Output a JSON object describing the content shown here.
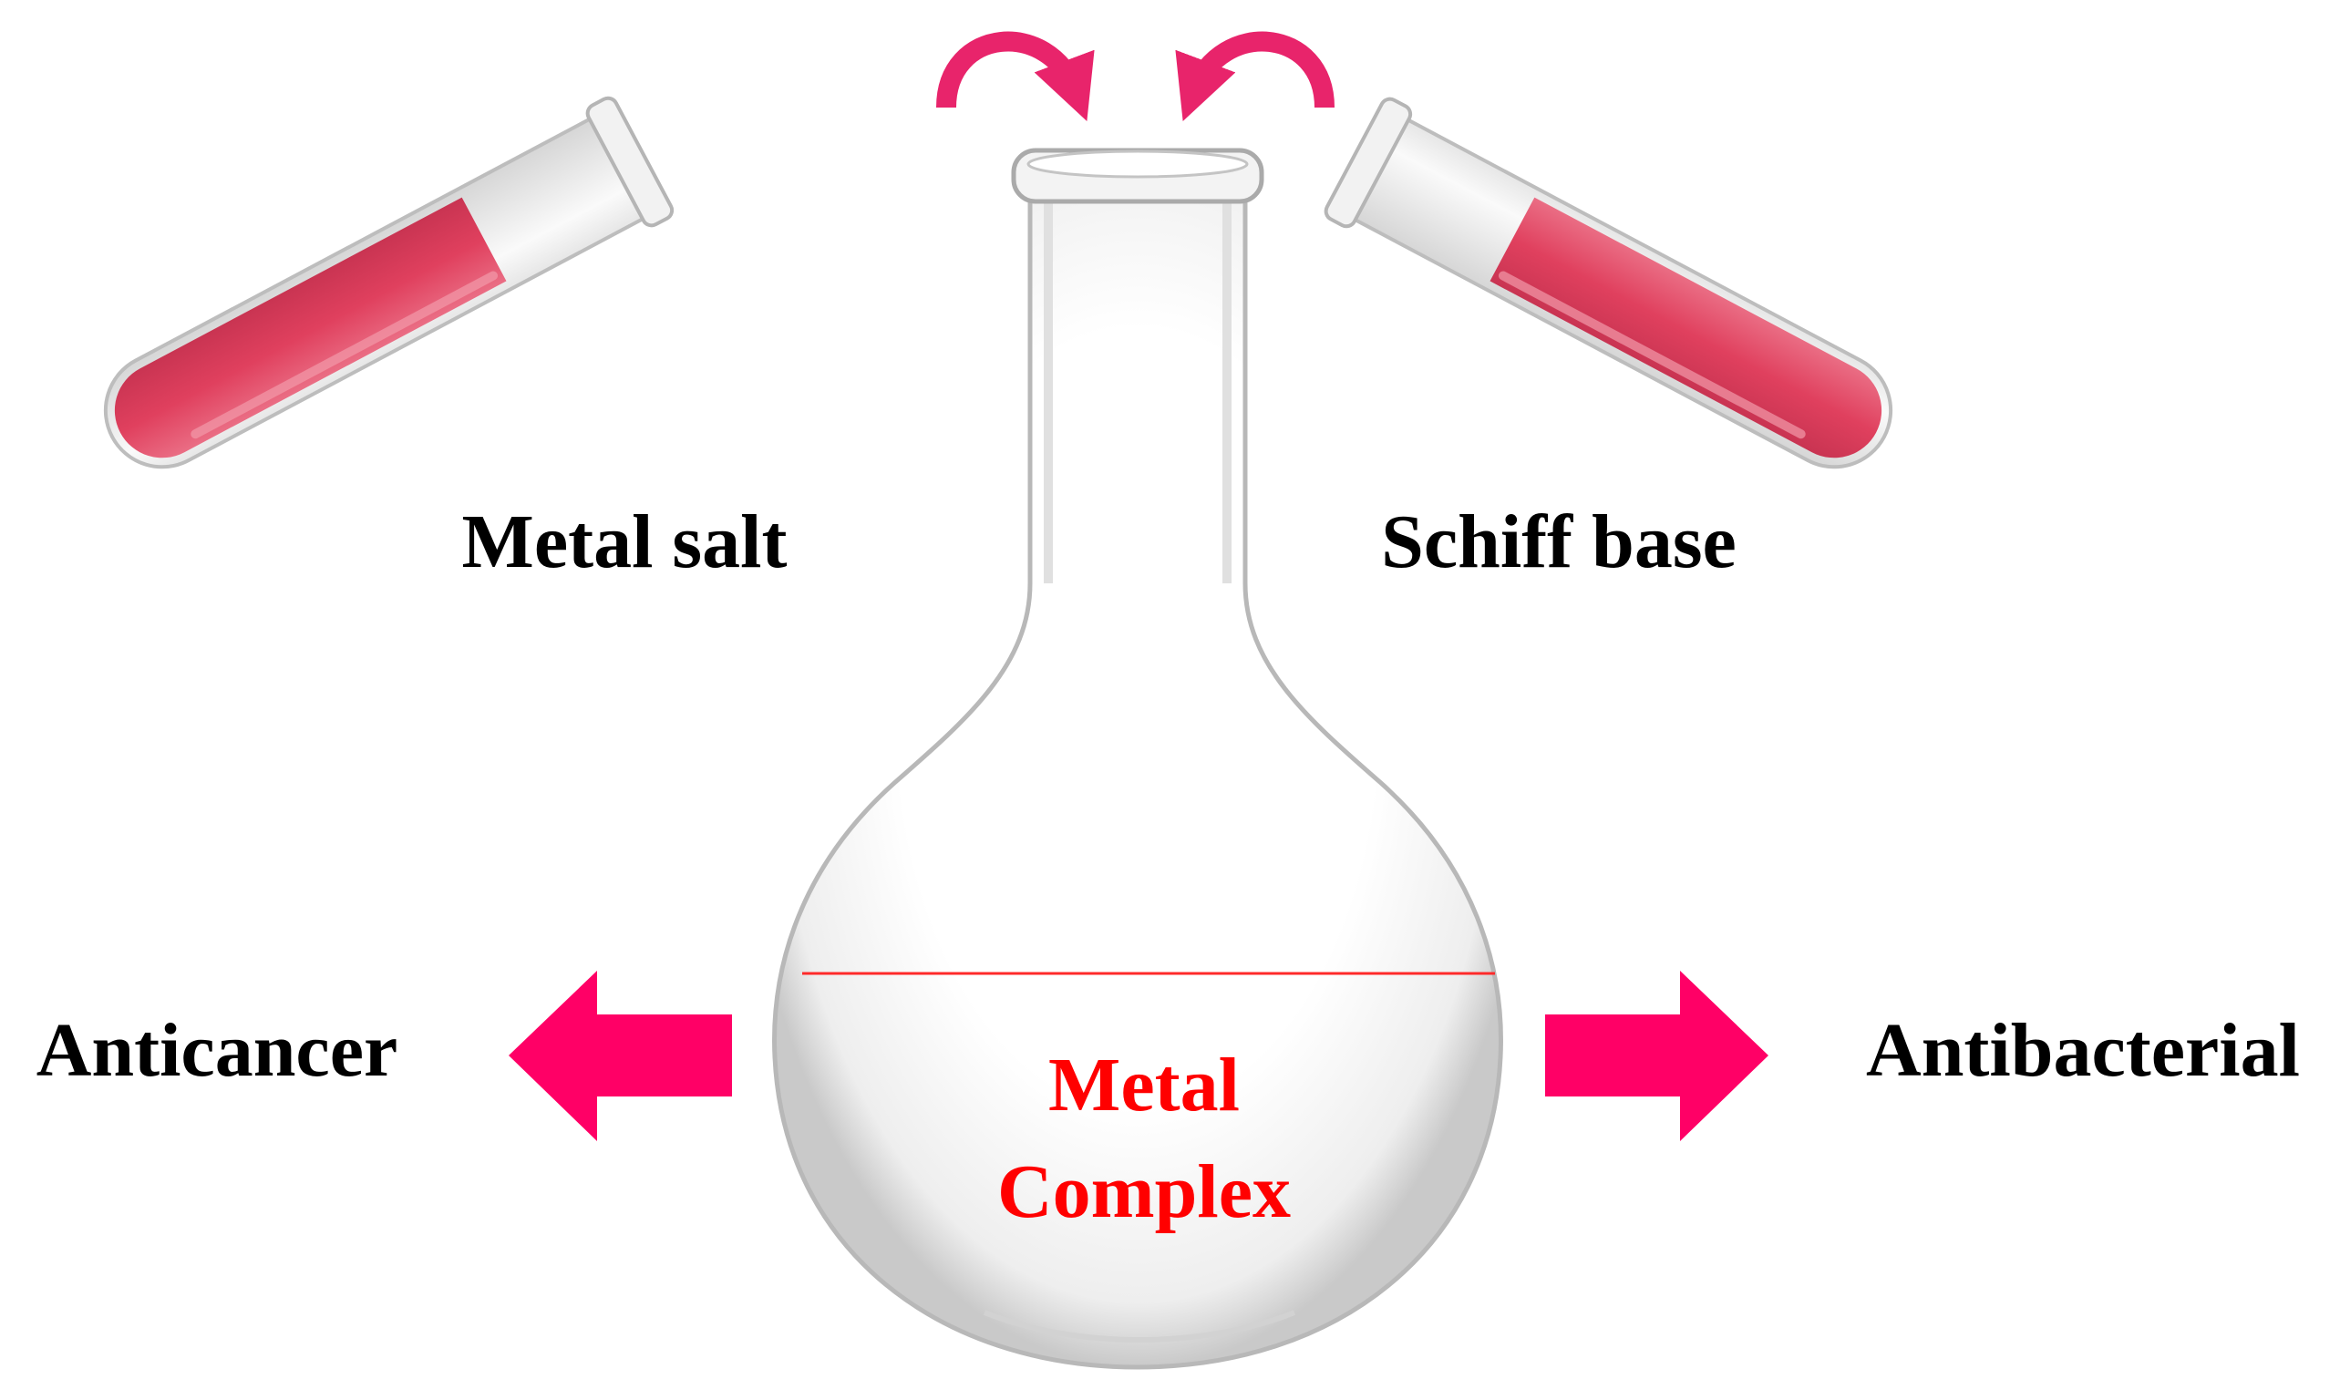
{
  "labels": {
    "left_tube": "Metal salt",
    "right_tube": "Schiff base",
    "left_output": "Anticancer",
    "right_output": "Antibacterial",
    "product_line1": "Metal",
    "product_line2": "Complex"
  },
  "colors": {
    "liquid": "#e0405e",
    "liquid_light": "#ea6d84",
    "arrow": "#ff0066",
    "curved_arrow": "#e8246b",
    "product_text": "#ff0000",
    "label_text": "#000000",
    "glass_outline": "#b8b8b8"
  },
  "icons": {
    "left_tube": "test-tube-icon",
    "right_tube": "test-tube-icon",
    "flask": "round-bottom-flask-icon",
    "pour_arrows": "curved-arrow-icon",
    "output_arrows": "block-arrow-icon"
  }
}
